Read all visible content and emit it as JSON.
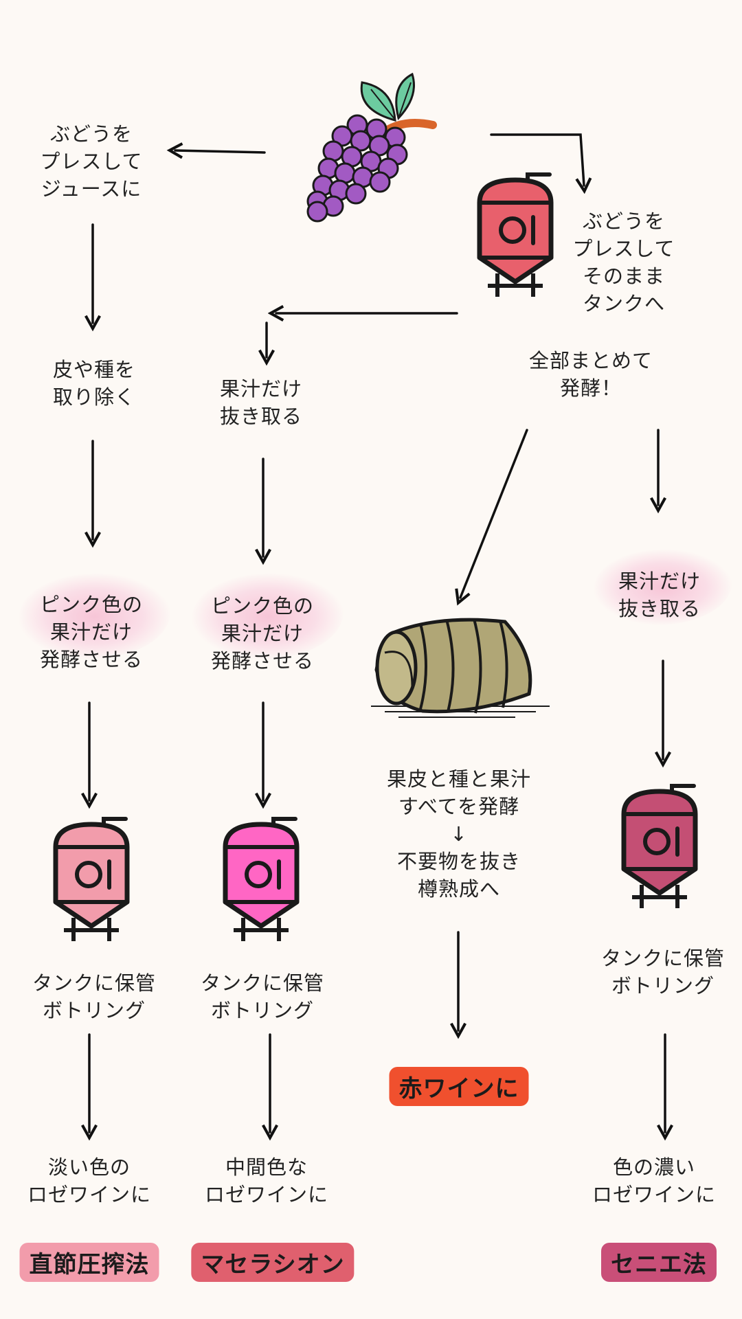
{
  "steps": {
    "press_juice": [
      "ぶどうを",
      "プレスして",
      "ジュースに"
    ],
    "press_tank": [
      "ぶどうを",
      "プレスして",
      "そのまま",
      "タンクへ"
    ],
    "remove_skins": [
      "皮や種を",
      "取り除く"
    ],
    "extract_juice_mid": [
      "果汁だけ",
      "抜き取る"
    ],
    "ferment_all": [
      "全部まとめて",
      "発酵！"
    ],
    "pink_ferment_1": [
      "ピンク色の",
      "果汁だけ",
      "発酵させる"
    ],
    "pink_ferment_2": [
      "ピンク色の",
      "果汁だけ",
      "発酵させる"
    ],
    "extract_juice_right": [
      "果汁だけ",
      "抜き取る"
    ],
    "red_process": [
      "果皮と種と果汁",
      "すべてを発酵",
      "↓",
      "不要物を抜き",
      "樽熟成へ"
    ],
    "store_1": [
      "タンクに保管",
      "ボトリング"
    ],
    "store_2": [
      "タンクに保管",
      "ボトリング"
    ],
    "store_3": [
      "タンクに保管",
      "ボトリング"
    ],
    "result_1": [
      "淡い色の",
      "ロゼワインに"
    ],
    "result_2": [
      "中間色な",
      "ロゼワインに"
    ],
    "result_3": [
      "色の濃い",
      "ロゼワインに"
    ]
  },
  "labels": {
    "red_wine": "赤ワインに",
    "direct_press": "直節圧搾法",
    "maceration": "マセラシオン",
    "saignee": "セニエ法"
  },
  "colors": {
    "tank_main": "#E8606C",
    "tank_light": "#F29CAB",
    "tank_magenta": "#FF66C4",
    "tank_dark": "#C44F74",
    "label_red": "#F0502E",
    "label_pink": "#F29CAB",
    "label_rose": "#E0606E",
    "label_dark": "#C94F78",
    "grape": "#A25AC3",
    "leaf": "#6CCBA0",
    "stem": "#D9652A",
    "barrel": "#B0A676"
  },
  "icons": [
    "grape-icon",
    "tank-icon",
    "barrel-icon"
  ]
}
